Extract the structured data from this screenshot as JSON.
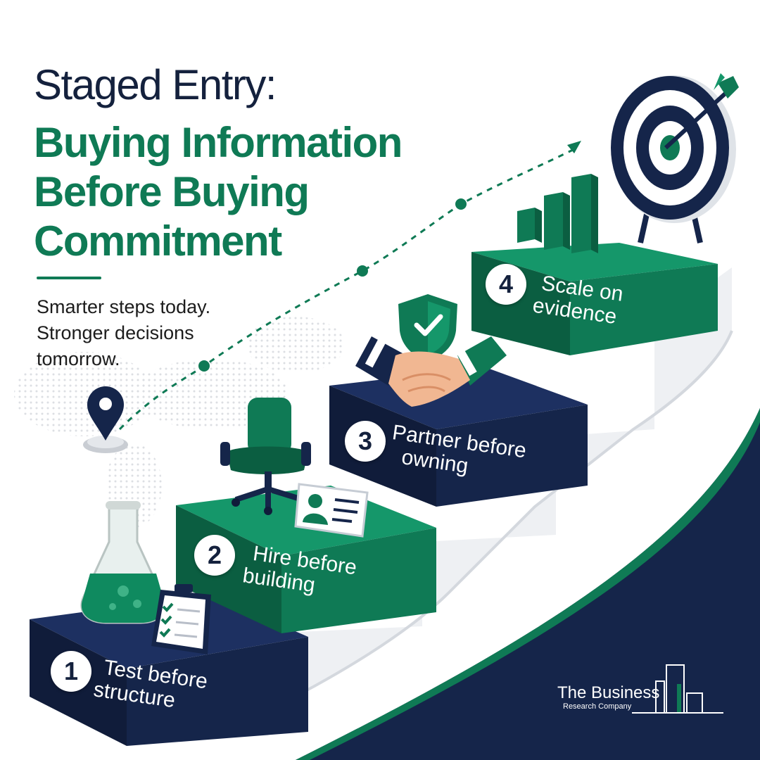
{
  "title": {
    "line1": "Staged Entry:",
    "line2": "Buying Information Before Buying Commitment"
  },
  "tagline": "Smarter steps today. Stronger decisions tomorrow.",
  "steps": [
    {
      "number": "1",
      "label_line1": "Test before",
      "label_line2": "structure",
      "color": "#15254a",
      "icon": "flask-icon"
    },
    {
      "number": "2",
      "label_line1": "Hire before",
      "label_line2": "building",
      "color": "#0f7a55",
      "icon": "office-chair-icon"
    },
    {
      "number": "3",
      "label_line1": "Partner before",
      "label_line2": "owning",
      "color": "#15254a",
      "icon": "handshake-icon"
    },
    {
      "number": "4",
      "label_line1": "Scale on",
      "label_line2": "evidence",
      "color": "#0f7a55",
      "icon": "target-icon"
    }
  ],
  "brand": {
    "name": "The Business",
    "sub": "Research Company"
  },
  "colors": {
    "navy": "#15254a",
    "green": "#0f7a55",
    "text": "#1c1c1c"
  }
}
